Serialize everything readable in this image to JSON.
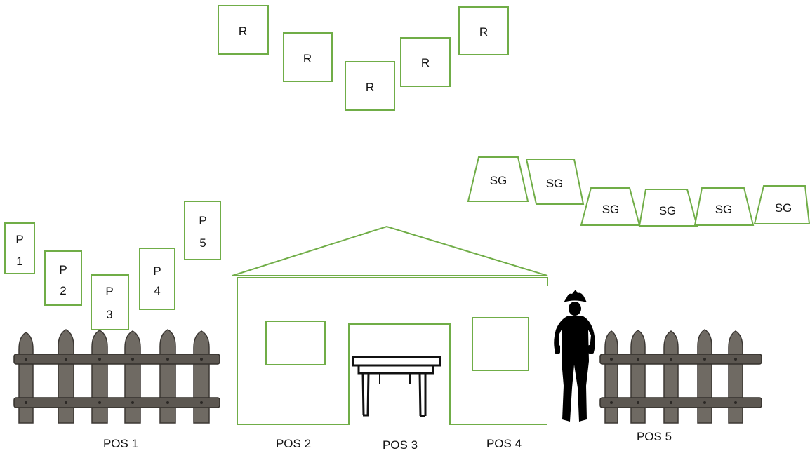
{
  "rifles": [
    "R",
    "R",
    "R",
    "R",
    "R"
  ],
  "shotguns": [
    "SG",
    "SG",
    "SG",
    "SG",
    "SG",
    "SG"
  ],
  "pistols": [
    {
      "line1": "P",
      "line2": "1"
    },
    {
      "line1": "P",
      "line2": "2"
    },
    {
      "line1": "P",
      "line2": "3"
    },
    {
      "line1": "P",
      "line2": "4"
    },
    {
      "line1": "P",
      "line2": "5"
    }
  ],
  "positions": [
    "POS 1",
    "POS 2",
    "POS 3",
    "POS 4",
    "POS 5"
  ],
  "icons": {
    "fence": "wooden-fence-icon",
    "table": "table-icon",
    "figure": "cowboy-silhouette-icon"
  },
  "colors": {
    "outline": "#70ad47",
    "silhouette": "#000000",
    "fence": "#6f6a63"
  }
}
